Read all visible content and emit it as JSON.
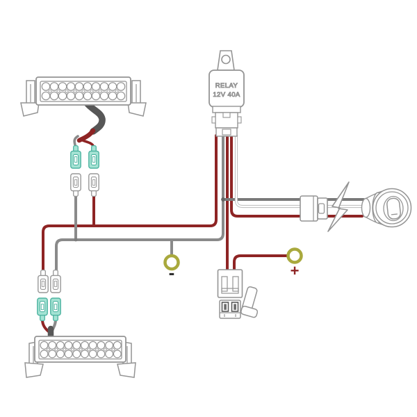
{
  "diagram": {
    "relay": {
      "line1": "RELAY",
      "line2": "12V 40A"
    },
    "terminals": {
      "negative_sign": "-",
      "positive_sign": "+"
    },
    "colors": {
      "wire_red": "#8e2424",
      "wire_gray": "#8a8a8a",
      "wire_white_outline": "#c2c2c2",
      "cable_dark": "#575757",
      "connector_teal_fill": "#a5e3d4",
      "connector_teal_stroke": "#4db3a0",
      "connector_white_stroke": "#979797",
      "ring_terminal_yellow": "#a9a93d",
      "component_outline": "#949494",
      "negative_sign_color": "#2f2f2f",
      "positive_sign_color": "#8e2424"
    },
    "components": [
      "led-light-bar-top",
      "led-light-bar-bottom",
      "relay-12v-40a",
      "quick-disconnect-connectors",
      "inline-fuse-holder",
      "blade-fuse",
      "negative-ring-terminal",
      "positive-ring-terminal",
      "switch-connector-plug",
      "lightning-bolt",
      "round-rocker-switch"
    ]
  }
}
